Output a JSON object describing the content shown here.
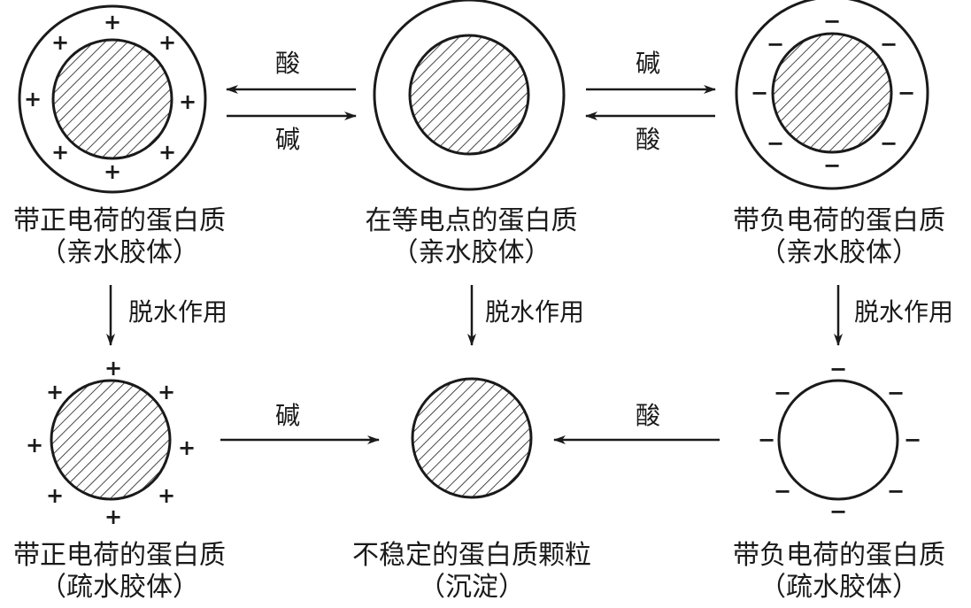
{
  "arrows": {
    "top_left_to_left": "酸",
    "top_left_to_right": "碱",
    "top_right_to_right": "碱",
    "top_right_to_left": "酸",
    "dehydrate_left": "脱水作用",
    "dehydrate_mid": "脱水作用",
    "dehydrate_right": "脱水作用",
    "bottom_left": "碱",
    "bottom_right": "酸"
  },
  "labels": {
    "top_left": {
      "line1": "带正电荷的蛋白质",
      "line2": "（亲水胶体）"
    },
    "top_mid": {
      "line1": "在等电点的蛋白质",
      "line2": "（亲水胶体）"
    },
    "top_right": {
      "line1": "带负电荷的蛋白质",
      "line2": "（亲水胶体）"
    },
    "bottom_left": {
      "line1": "带正电荷的蛋白质",
      "line2": "（疏水胶体）"
    },
    "bottom_mid": {
      "line1": "不稳定的蛋白质颗粒",
      "line2": "（沉淀）"
    },
    "bottom_right": {
      "line1": "带负电荷的蛋白质",
      "line2": "（疏水胶体）"
    }
  },
  "charges": {
    "positive": "+",
    "negative": "−"
  },
  "colors": {
    "ink": "#1a1a1a",
    "background": "#ffffff"
  }
}
